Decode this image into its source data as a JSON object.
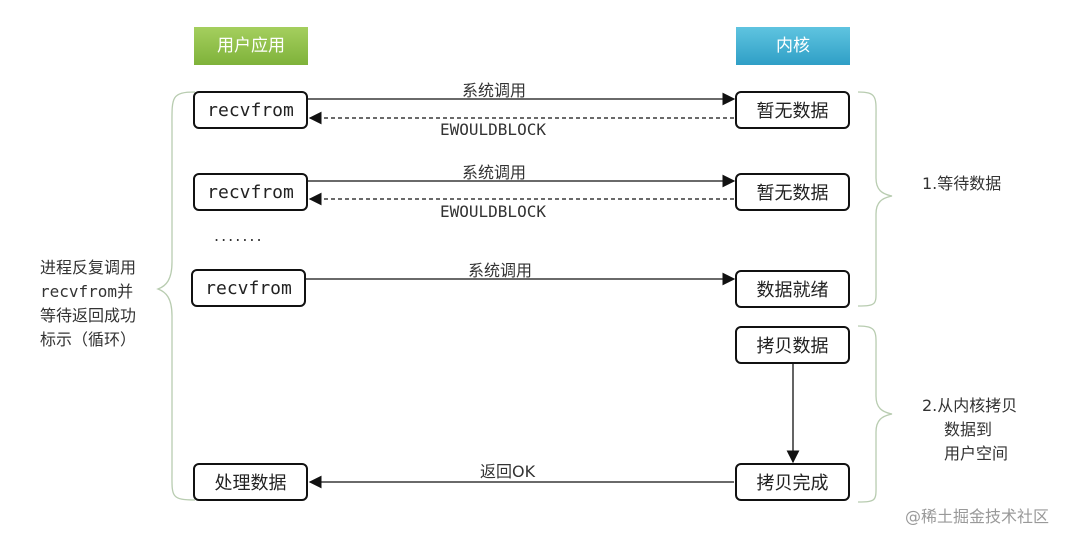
{
  "headers": {
    "user": "用户应用",
    "kernel": "内核"
  },
  "user_boxes": [
    "recvfrom",
    "recvfrom",
    "recvfrom",
    "处理数据"
  ],
  "kernel_boxes": [
    "暂无数据",
    "暂无数据",
    "数据就绪",
    "拷贝数据",
    "拷贝完成"
  ],
  "arrows": {
    "call1": "系统调用",
    "ret1": "EWOULDBLOCK",
    "call2": "系统调用",
    "ret2": "EWOULDBLOCK",
    "call3": "系统调用",
    "ret_ok": "返回OK"
  },
  "ellipsis": ".......",
  "left_note": [
    "进程反复调用",
    "recvfrom并",
    "等待返回成功",
    "标示（循环）"
  ],
  "phase1": "1.等待数据",
  "phase2": [
    "2.从内核拷贝",
    "数据到",
    "用户空间"
  ],
  "watermark": "@稀土掘金技术社区"
}
